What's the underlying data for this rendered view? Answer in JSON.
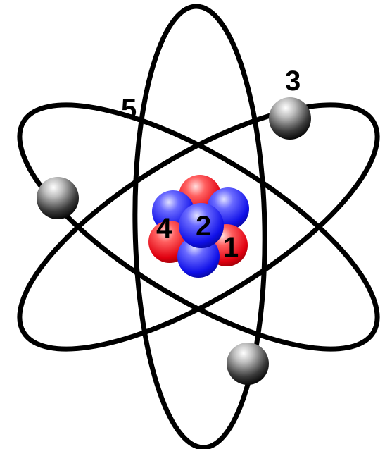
{
  "diagram": {
    "labels": {
      "one": "1",
      "two": "2",
      "three": "3",
      "four": "4",
      "five": "5"
    },
    "colors": {
      "proton": "#e8101c",
      "neutron": "#1a1aff",
      "electron": "#111111",
      "orbit": "#000000"
    }
  }
}
